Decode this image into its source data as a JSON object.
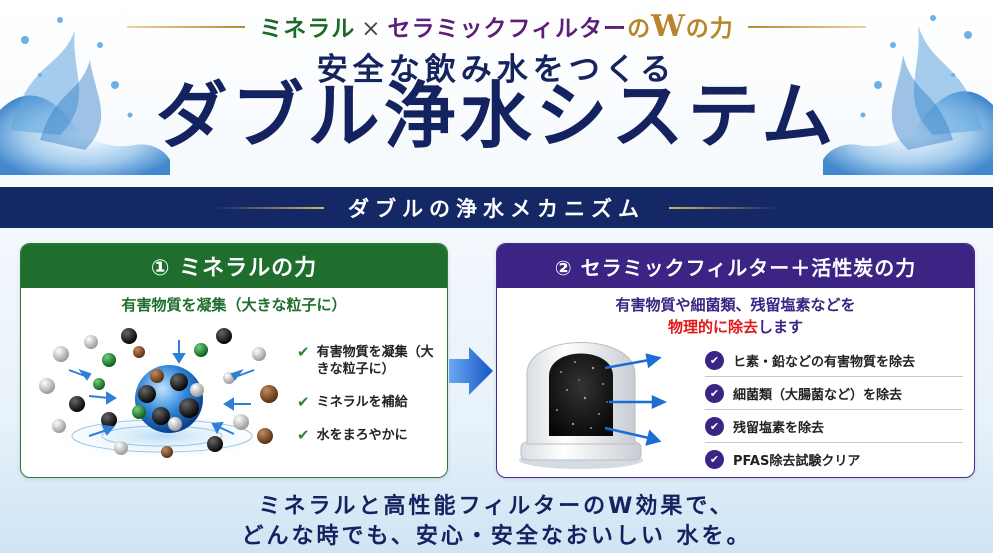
{
  "header": {
    "tagline": {
      "part1": "ミネラル",
      "cross": "×",
      "part2": "セラミックフィルター",
      "no1": "の",
      "w": "W",
      "no2": "の力"
    },
    "subtitle": "安全な飲み水をつくる",
    "title": "ダブル浄水システム"
  },
  "mechanism": {
    "title": "ダブルの浄水メカニズム"
  },
  "panel1": {
    "heading": "① ミネラルの力",
    "lead": "有害物質を凝集（大きな粒子に）",
    "items": [
      "有害物質を凝集（大きな粒子に）",
      "ミネラルを補給",
      "水をまろやかに"
    ]
  },
  "panel2": {
    "heading": "② セラミックフィルター＋活性炭の力",
    "lead_line1": "有害物質や細菌類、残留塩素などを",
    "lead_line2_red": "物理的に除去",
    "lead_line2_rest": "します",
    "items": [
      "ヒ素・鉛などの有害物質を除去",
      "細菌類（大腸菌など）を除去",
      "残留塩素を除去",
      "PFAS除去試験クリア"
    ]
  },
  "bottom": {
    "line1": "ミネラルと高性能フィルターのW効果で、",
    "line2": "どんな時でも、安心・安全なおいしい 水を。"
  },
  "colors": {
    "navy": "#142865",
    "green": "#1f6e2e",
    "purple": "#3b2483",
    "gold": "#b8852c",
    "red": "#e11919"
  },
  "icons": {
    "check": "check-icon",
    "purple_check": "check-circle-icon",
    "arrow": "arrow-right-icon"
  }
}
